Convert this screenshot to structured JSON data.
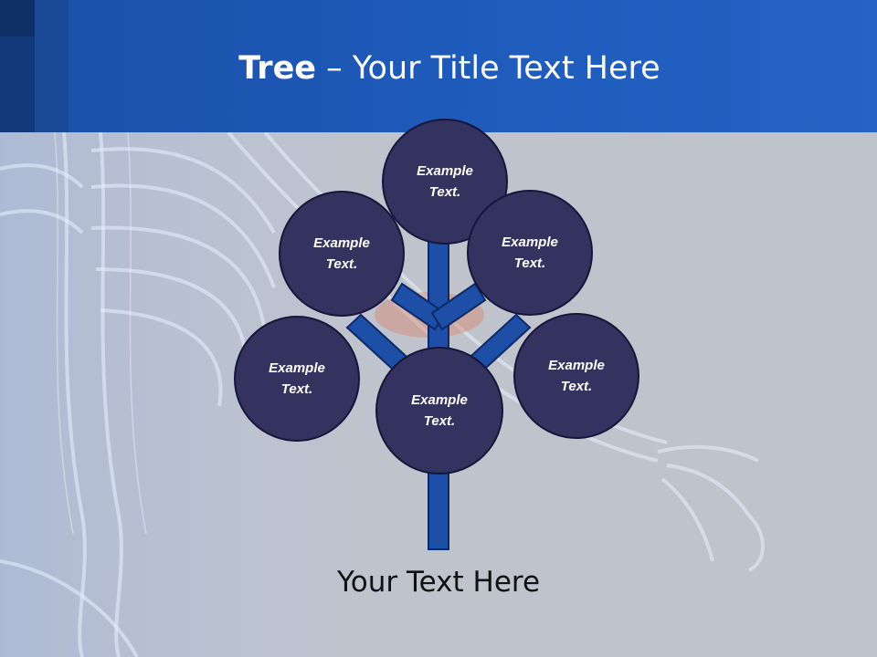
{
  "slide": {
    "title_bold": "Tree",
    "title_rest": " – Your Title Text Here",
    "caption": "Your Text Here"
  },
  "tree": {
    "nodes": [
      {
        "label": "Example\nText."
      },
      {
        "label": "Example\nText."
      },
      {
        "label": "Example\nText."
      },
      {
        "label": "Example\nText."
      },
      {
        "label": "Example\nText."
      },
      {
        "label": "Example\nText."
      }
    ]
  },
  "colors": {
    "header": "#1f5cbc",
    "node_fill": "#34325e",
    "branch": "#1d4fa6",
    "background": "#bfc3cc"
  }
}
